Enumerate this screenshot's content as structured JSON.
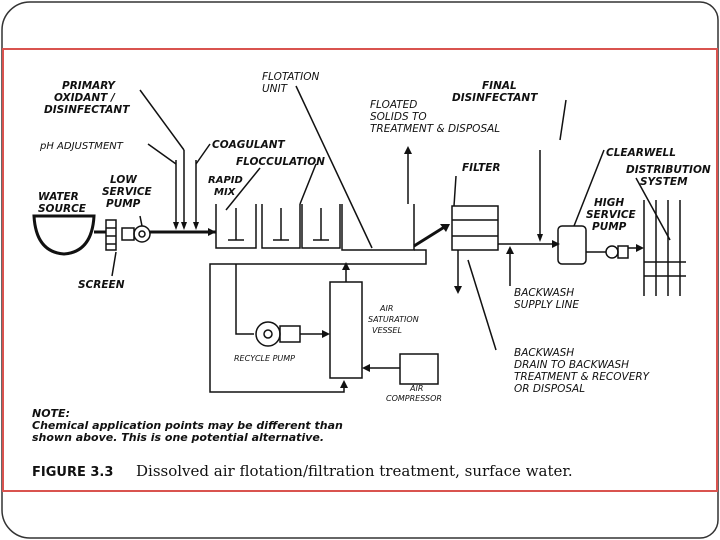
{
  "labels": {
    "primary_oxidant": [
      "PRIMARY",
      "OXIDANT /",
      "DISINFECTANT"
    ],
    "ph_adjustment": "pH ADJUSTMENT",
    "coagulant": "COAGULANT",
    "flocculation": "FLOCCULATION",
    "rapid_mix": [
      "RAPID",
      "MIX"
    ],
    "water_source": [
      "WATER",
      "SOURCE"
    ],
    "low_service_pump": [
      "LOW",
      "SERVICE",
      "PUMP"
    ],
    "screen": "SCREEN",
    "flotation_unit": [
      "FLOTATION",
      "UNIT"
    ],
    "floated_solids": [
      "FLOATED",
      "SOLIDS TO",
      "TREATMENT & DISPOSAL"
    ],
    "final_disinfectant": [
      "FINAL",
      "DISINFECTANT"
    ],
    "filter": "FILTER",
    "clearwell": "CLEARWELL",
    "distribution_system": [
      "DISTRIBUTION",
      "SYSTEM"
    ],
    "high_service_pump": [
      "HIGH",
      "SERVICE",
      "PUMP"
    ],
    "backwash_supply": [
      "BACKWASH",
      "SUPPLY LINE"
    ],
    "backwash_drain": [
      "BACKWASH",
      "DRAIN TO BACKWASH",
      "TREATMENT & RECOVERY",
      "OR DISPOSAL"
    ],
    "air_saturation_vessel": [
      "AIR",
      "SATURATION",
      "VESSEL"
    ],
    "recycle_pump": "RECYCLE PUMP",
    "air_compressor": [
      "AIR",
      "COMPRESSOR"
    ]
  },
  "note": {
    "heading": "NOTE:",
    "line1": "Chemical application points may be different than",
    "line2": "shown above. This is one potential alternative."
  },
  "caption": {
    "number": "FIGURE 3.3",
    "text": "Dissolved air flotation/filtration treatment, surface water."
  },
  "colors": {
    "frame_border": "#d9534f",
    "ink": "#111111"
  }
}
